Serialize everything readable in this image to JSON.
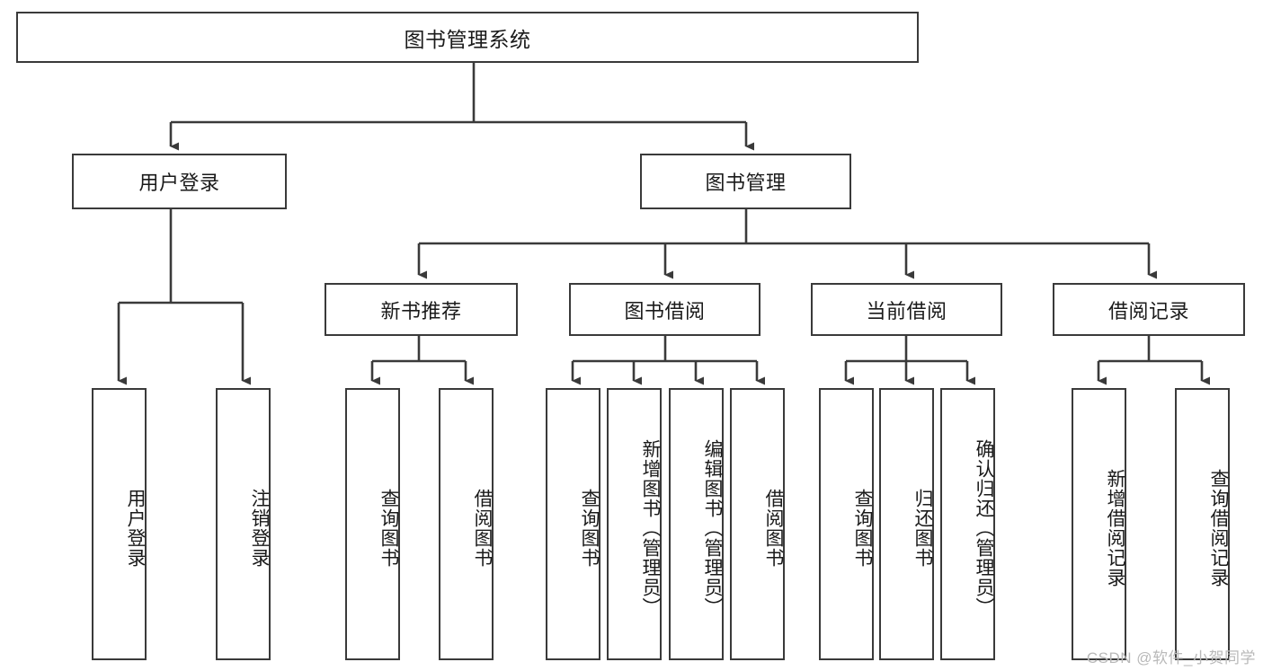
{
  "diagram": {
    "title": "图书管理系统",
    "type": "hierarchy-tree",
    "watermark": "CSDN @软件_小贺同学",
    "colors": {
      "stroke": "#3a3a3a",
      "text": "#1a1a1a",
      "background": "#ffffff",
      "watermark": "#b9b9b9"
    },
    "root": {
      "label": "图书管理系统"
    },
    "level2": [
      {
        "label": "用户登录"
      },
      {
        "label": "图书管理"
      }
    ],
    "level3": [
      {
        "label": "新书推荐"
      },
      {
        "label": "图书借阅"
      },
      {
        "label": "当前借阅"
      },
      {
        "label": "借阅记录"
      }
    ],
    "leaves": {
      "user_login": [
        {
          "label": "用户登录"
        },
        {
          "label": "注销登录"
        }
      ],
      "new_book_recommend": [
        {
          "label": "查询图书"
        },
        {
          "label": "借阅图书"
        }
      ],
      "book_borrow": [
        {
          "label": "查询图书"
        },
        {
          "label": "新增图书（管理员）"
        },
        {
          "label": "编辑图书（管理员）"
        },
        {
          "label": "借阅图书"
        }
      ],
      "current_borrow": [
        {
          "label": "查询图书"
        },
        {
          "label": "归还图书"
        },
        {
          "label": "确认归还（管理员）"
        }
      ],
      "borrow_record": [
        {
          "label": "新增借阅记录"
        },
        {
          "label": "查询借阅记录"
        }
      ]
    }
  }
}
